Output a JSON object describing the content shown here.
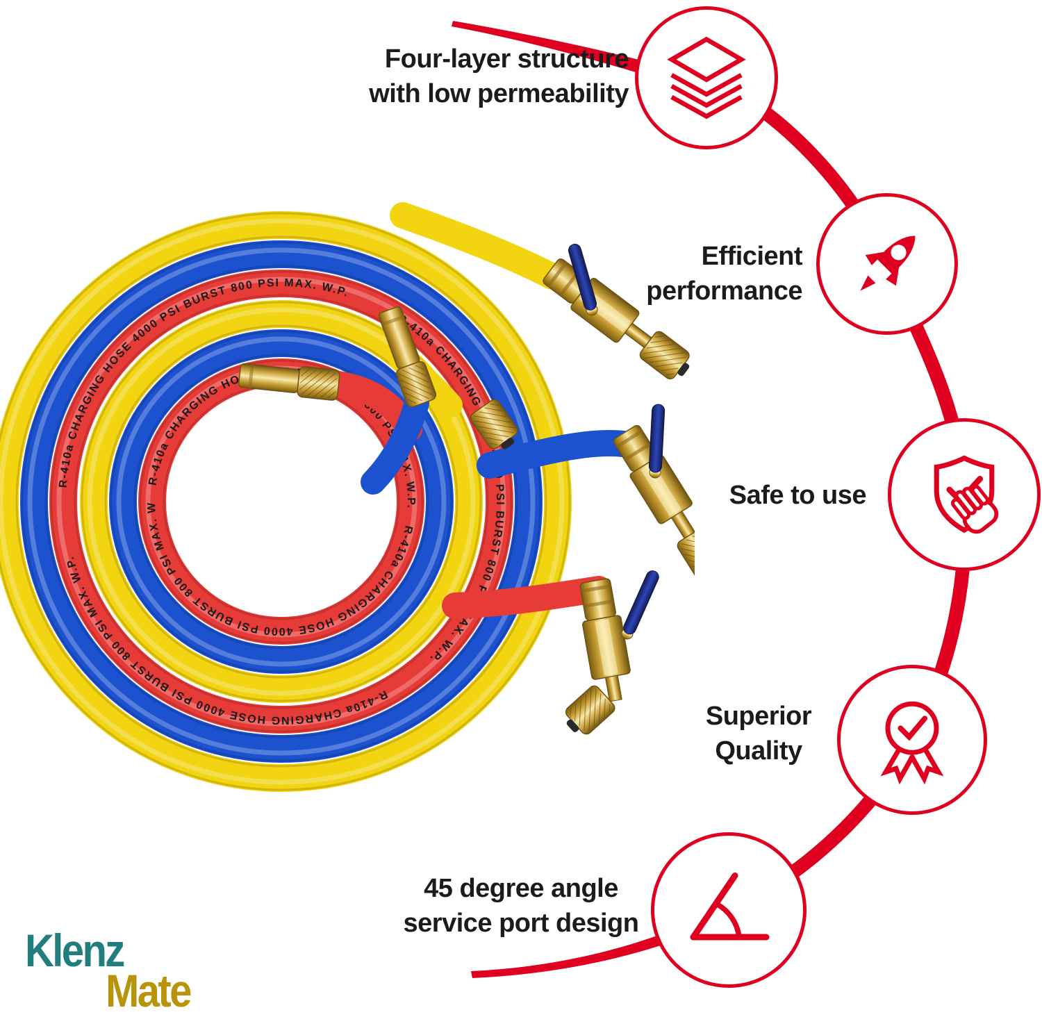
{
  "accent_color": "#df0020",
  "brand_logo": {
    "part1": "Klenz",
    "part2": "Mate",
    "part1_color": "#207f7e",
    "part2_color": "#b8940a"
  },
  "features": [
    {
      "icon": "layers-icon",
      "lines": [
        "Four-layer structure",
        "with low permeability"
      ]
    },
    {
      "icon": "rocket-icon",
      "lines": [
        "Efficient",
        "performance"
      ]
    },
    {
      "icon": "shield-check-hand-icon",
      "lines": [
        "Safe to use"
      ]
    },
    {
      "icon": "award-ribbon-icon",
      "lines": [
        "Superior",
        "Quality"
      ]
    },
    {
      "icon": "angle-45-icon",
      "lines": [
        "45 degree angle",
        "service port design"
      ]
    }
  ],
  "product_photo": {
    "hose_print": "R-410a   CHARGING   HOSE   4000 PSI   BURST   800 PSI   MAX.   W.P.",
    "hose_colors": {
      "yellow": "#f2d411",
      "blue": "#1c52cf",
      "red": "#e73b38"
    },
    "fitting_colors": {
      "brass": "#caa23c",
      "valve_handle_blue": "#2c46b8"
    }
  }
}
